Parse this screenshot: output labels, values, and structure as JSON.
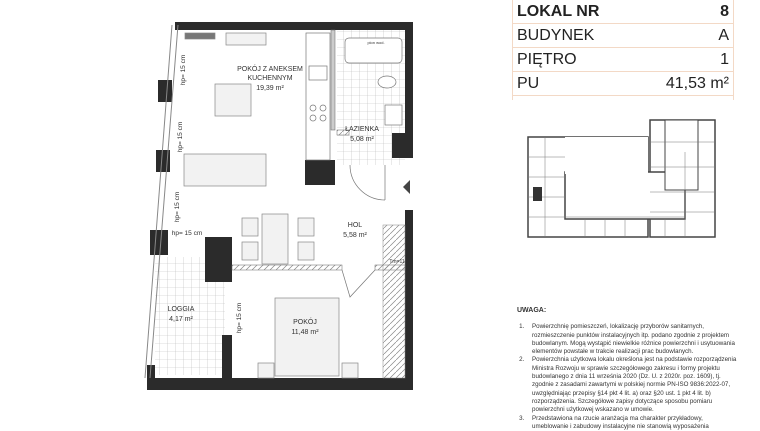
{
  "info": {
    "rows": [
      {
        "label": "LOKAL NR",
        "value": "8"
      },
      {
        "label": "BUDYNEK",
        "value": "A"
      },
      {
        "label": "PIĘTRO",
        "value": "1"
      },
      {
        "label": "PU",
        "value": "41,53 m²"
      }
    ]
  },
  "rooms": {
    "living_1": "POKÓJ Z ANEKSEM",
    "living_2": "KUCHENNYM",
    "living_area": "19,39 m²",
    "bath": "ŁAZIENKA",
    "bath_area": "5,08 m²",
    "hall": "HOL",
    "hall_area": "5,58 m²",
    "bedroom": "POKÓJ",
    "bedroom_area": "11,48 m²",
    "loggia": "LOGGIA",
    "loggia_area": "4,17 m²"
  },
  "hp_label": "hp= 15 cm",
  "tm_label": "Tm=11",
  "pion_label": "pion wod.",
  "notes": {
    "title": "UWAGA:",
    "items": [
      "Powierzchnię pomieszczeń, lokalizację przyborów sanitarnych, rozmieszczenie punktów instalacyjnych itp. podano zgodnie z projektem budowlanym. Mogą wystąpić niewielkie różnice powierzchni i usytuowania elementów powstałe w trakcie realizacji prac budowlanych.",
      "Powierzchnia użytkowa lokalu określona jest na podstawie rozporządzenia Ministra Rozwoju w sprawie szczegółowego zakresu i formy projektu budowlanego z dnia 11 września 2020 (Dz. U. z 2020r. poz. 1609), tj. zgodnie z zasadami zawartymi w polskiej normie PN-ISO 9836:2022-07, uwzględniając przepisy §14 pkt 4 lit. a) oraz §20 ust. 1 pkt 4 lit. b) rozporządzenia. Szczegółowe zapisy dotyczące sposobu pomiaru powierzchni użytkowej wskazano w umowie.",
      "Przedstawiona na rzucie aranżacja ma charakter przykładowy, umeblowanie i zabudowy instalacyjne nie stanowią wyposażenia"
    ]
  }
}
